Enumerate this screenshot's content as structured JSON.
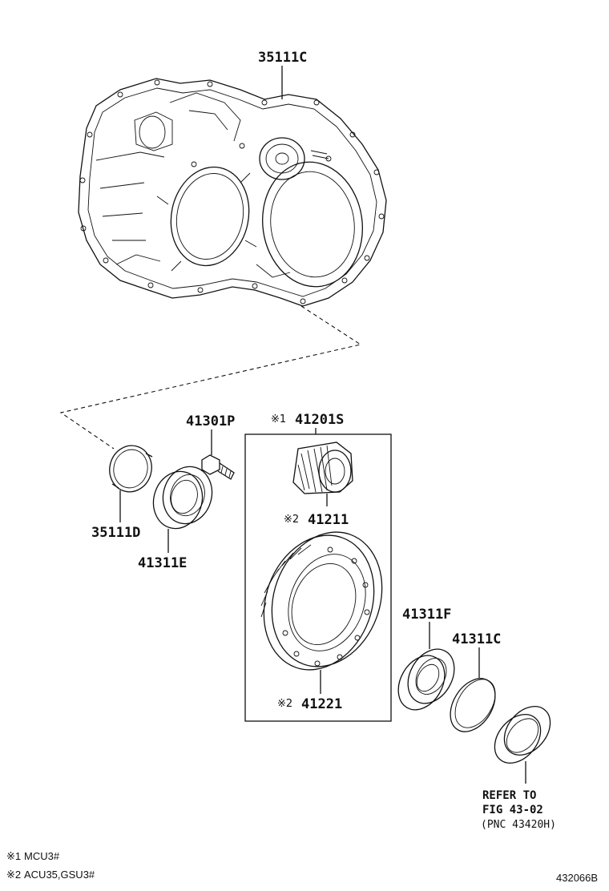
{
  "parts": {
    "case": "35111C",
    "seal": "35111D",
    "bearing_left": "41311E",
    "bolt": "41301P",
    "gear_kit": "41201S",
    "drive_pinion": "41211",
    "ring_gear": "41221",
    "bearing_right": "41311F",
    "shim": "41311C"
  },
  "marks": {
    "gear_kit": "※1",
    "drive_pinion": "※2",
    "ring_gear": "※2"
  },
  "refer": {
    "line1": "REFER TO",
    "line2": "FIG 43-02",
    "line3": "(PNC 43420H)"
  },
  "notes": {
    "n1_mark": "※1",
    "n1_text": "MCU3#",
    "n2_mark": "※2",
    "n2_text": "ACU35,GSU3#"
  },
  "figure_id": "432066B"
}
